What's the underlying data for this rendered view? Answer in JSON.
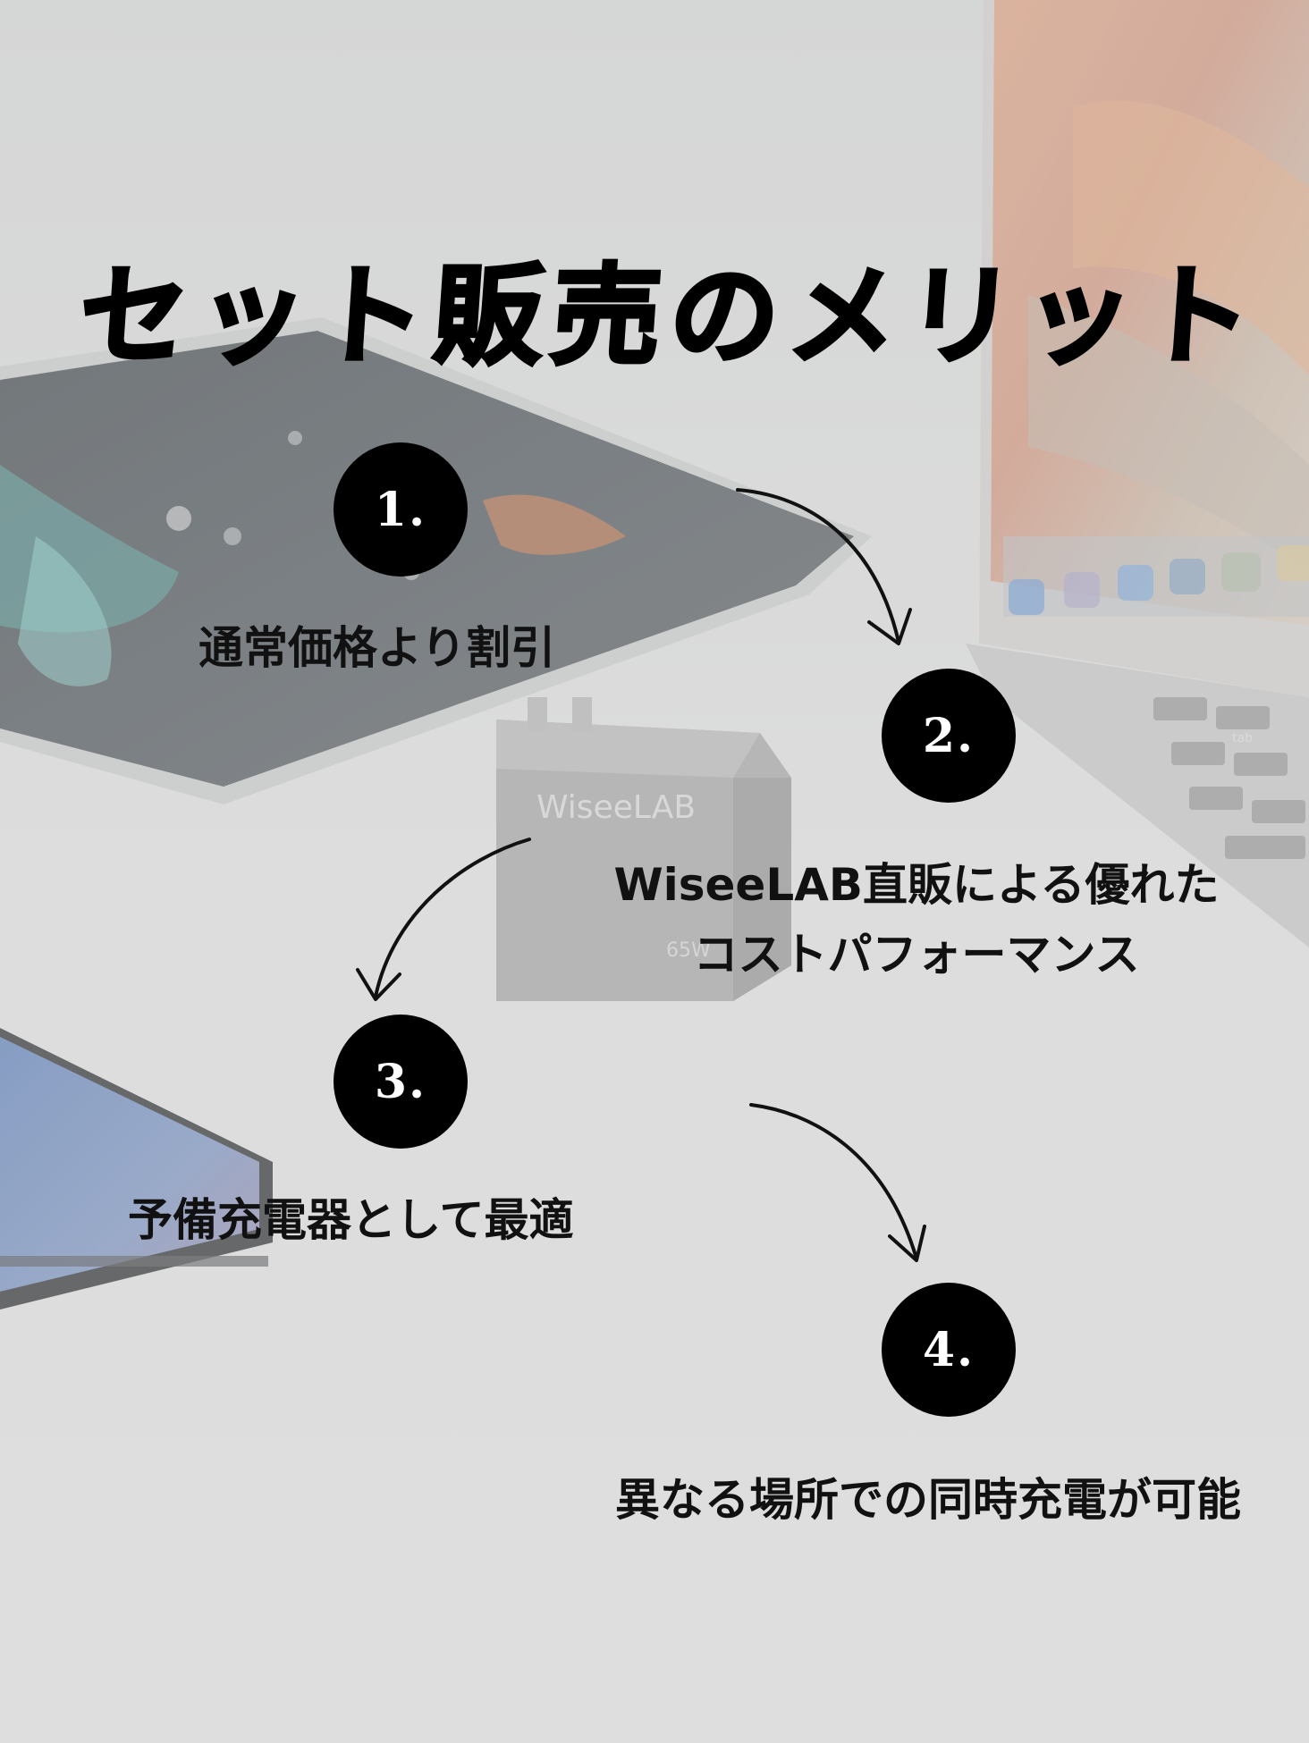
{
  "title": "セット販売のメリット",
  "steps": [
    {
      "number": "1.",
      "text": "通常価格より割引"
    },
    {
      "number": "2.",
      "text_line1": "WiseeLAB直販による優れた",
      "text_line2": "コストパフォーマンス"
    },
    {
      "number": "3.",
      "text": "予備充電器として最適"
    },
    {
      "number": "4.",
      "text": "異なる場所での同時充電が可能"
    }
  ],
  "photo": {
    "charger_brand": "WiseeLAB",
    "charger_wattage": "65W",
    "keyboard_key": "tab"
  }
}
